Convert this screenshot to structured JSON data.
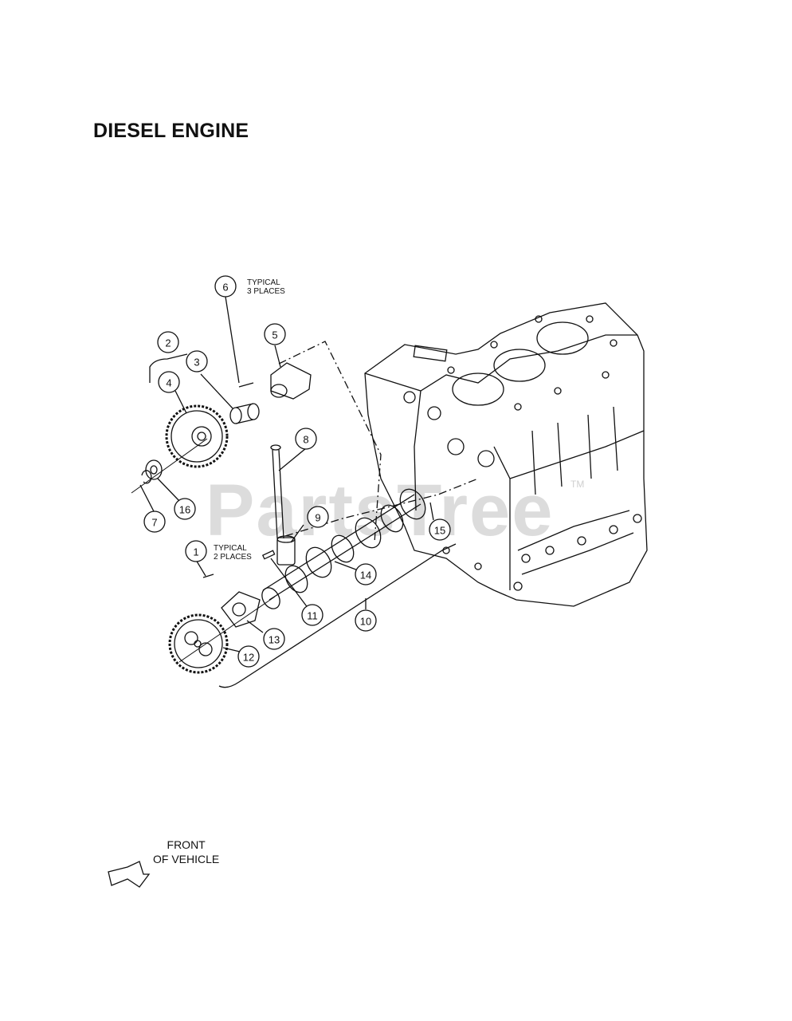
{
  "title": "DIESEL ENGINE",
  "watermark": "PartsTree",
  "watermark_tm": "TM",
  "notes": {
    "typical_3": [
      "TYPICAL",
      "3 PLACES"
    ],
    "typical_2": [
      "TYPICAL",
      "2 PLACES"
    ]
  },
  "front_label": [
    "FRONT",
    "OF VEHICLE"
  ],
  "callouts": [
    {
      "num": "1"
    },
    {
      "num": "2"
    },
    {
      "num": "3"
    },
    {
      "num": "4"
    },
    {
      "num": "5"
    },
    {
      "num": "6"
    },
    {
      "num": "7"
    },
    {
      "num": "8"
    },
    {
      "num": "9"
    },
    {
      "num": "10"
    },
    {
      "num": "11"
    },
    {
      "num": "12"
    },
    {
      "num": "13"
    },
    {
      "num": "14"
    },
    {
      "num": "15"
    },
    {
      "num": "16"
    }
  ]
}
